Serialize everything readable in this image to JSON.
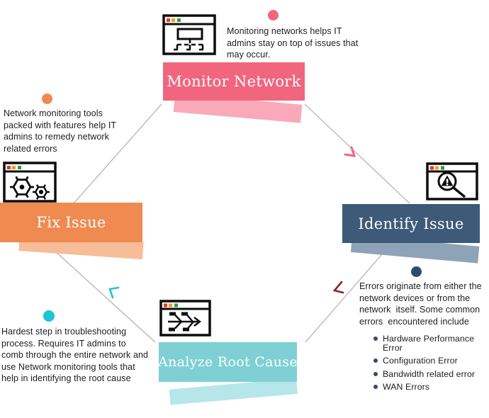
{
  "stages": {
    "monitor": {
      "label": "Monitor Network",
      "color": "#f2657e",
      "shadow_color": "#f9a9ba"
    },
    "identify": {
      "label": "Identify Issue",
      "color": "#3d5a78",
      "shadow_color": "#8ea3b7"
    },
    "analyze": {
      "label": "Analyze Root Cause",
      "color": "#7ed0d5",
      "shadow_color": "#b6e6e9"
    },
    "fix": {
      "label": "Fix Issue",
      "color": "#ef8a50",
      "shadow_color": "#f6bd98"
    }
  },
  "notes": {
    "monitor": {
      "dot_color": "#f2657e",
      "text": "Monitoring networks helps IT admins stay on top of issues that may occur."
    },
    "fix": {
      "dot_color": "#ef8a50",
      "text": "Network monitoring tools packed with features help IT admins to remedy network related errors"
    },
    "identify": {
      "dot_color": "#2d4d6e",
      "text": "Errors originate from either the network devices or from the network  itself. Some common errors  encountered include",
      "bullets": [
        "Hardware Performance Error",
        "Configuration Error",
        "Bandwidth related error",
        "WAN Errors"
      ]
    },
    "analyze": {
      "dot_color": "#1cc5d8",
      "text": "Hardest step in troubleshooting process. Requires IT admins to comb through the entire network and use Network monitoring tools that help in identifying the root cause"
    }
  },
  "connectors": {
    "line_color": "#aeaeae",
    "arrow_monitor_to_identify": "#f2657e",
    "arrow_identify_to_analyze": "#8e2320",
    "arrow_analyze_to_fix": "#1cc5d8"
  },
  "icon_chrome": {
    "dot_colors": [
      "#e03a2f",
      "#f59d17",
      "#2f9e44"
    ]
  },
  "icons": {
    "monitor": "sitemap-window-icon",
    "fix": "gears-window-icon",
    "identify": "search-warning-window-icon",
    "analyze": "fishbone-window-icon"
  }
}
